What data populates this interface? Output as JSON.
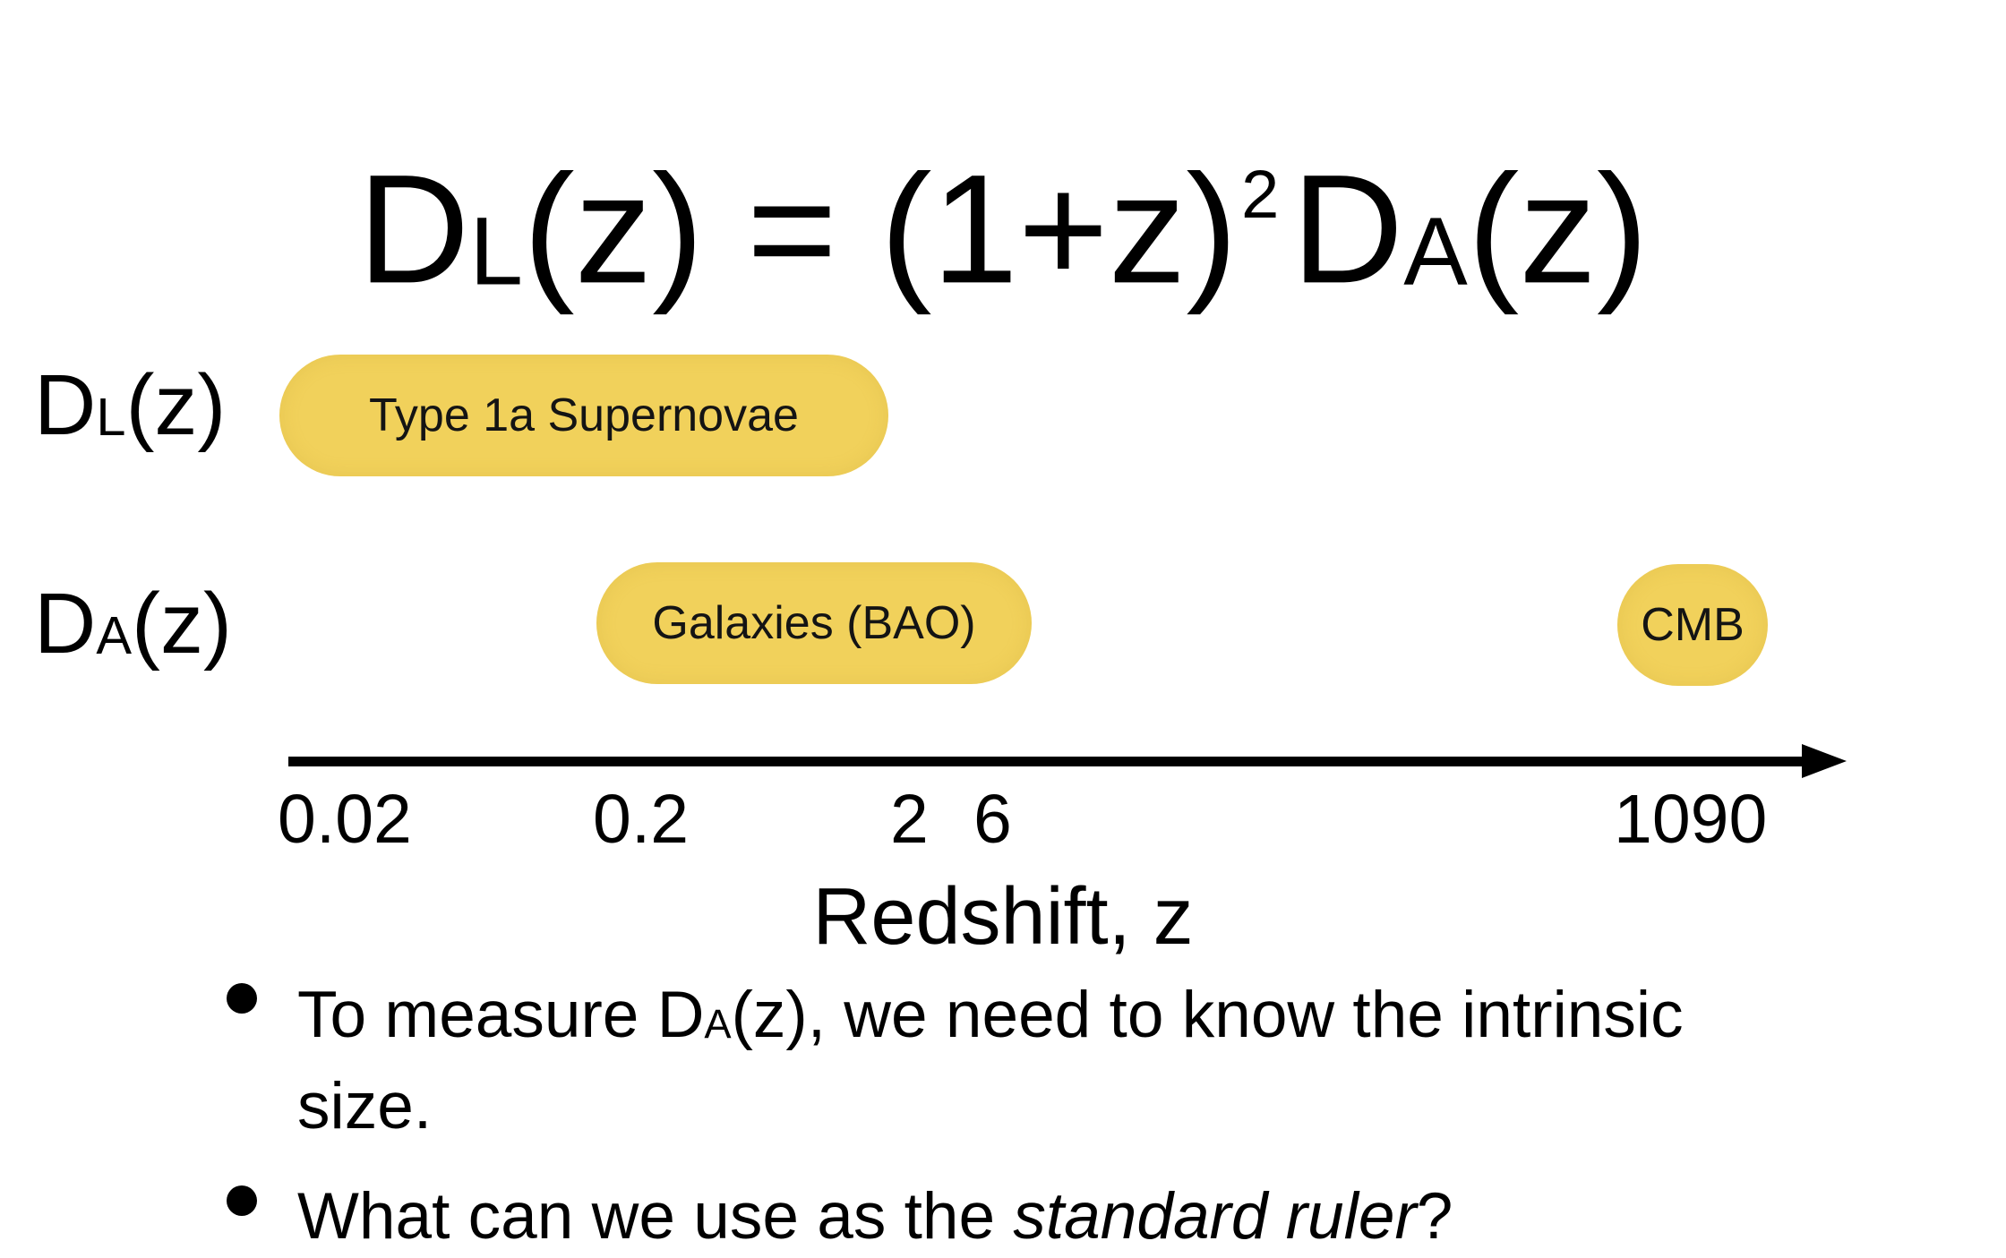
{
  "formula": {
    "lhs_symbol": "D",
    "lhs_sub": "L",
    "lhs_arg": "(z)",
    "equals": " = ",
    "factor": "(1+z)",
    "power": "2",
    "rhs_symbol": "D",
    "rhs_sub": "A",
    "rhs_arg": "(z)"
  },
  "rows": [
    {
      "symbol": "D",
      "sub": "L",
      "arg": "(z)"
    },
    {
      "symbol": "D",
      "sub": "A",
      "arg": "(z)"
    }
  ],
  "pills": {
    "supernovae": "Type 1a Supernovae",
    "bao": "Galaxies (BAO)",
    "cmb": "CMB"
  },
  "axis": {
    "ticks": [
      "0.02",
      "0.2",
      "2",
      "6",
      "1090"
    ],
    "title": "Redshift, z"
  },
  "bullets": [
    {
      "pre": "To measure ",
      "sym": "D",
      "sub": "A",
      "post": "(z), we need to know the intrinsic size."
    },
    {
      "pre": "What can we use as the ",
      "emph": "standard ruler",
      "post": "?"
    }
  ],
  "colors": {
    "pill": "#f1d15b",
    "text": "#000000"
  }
}
